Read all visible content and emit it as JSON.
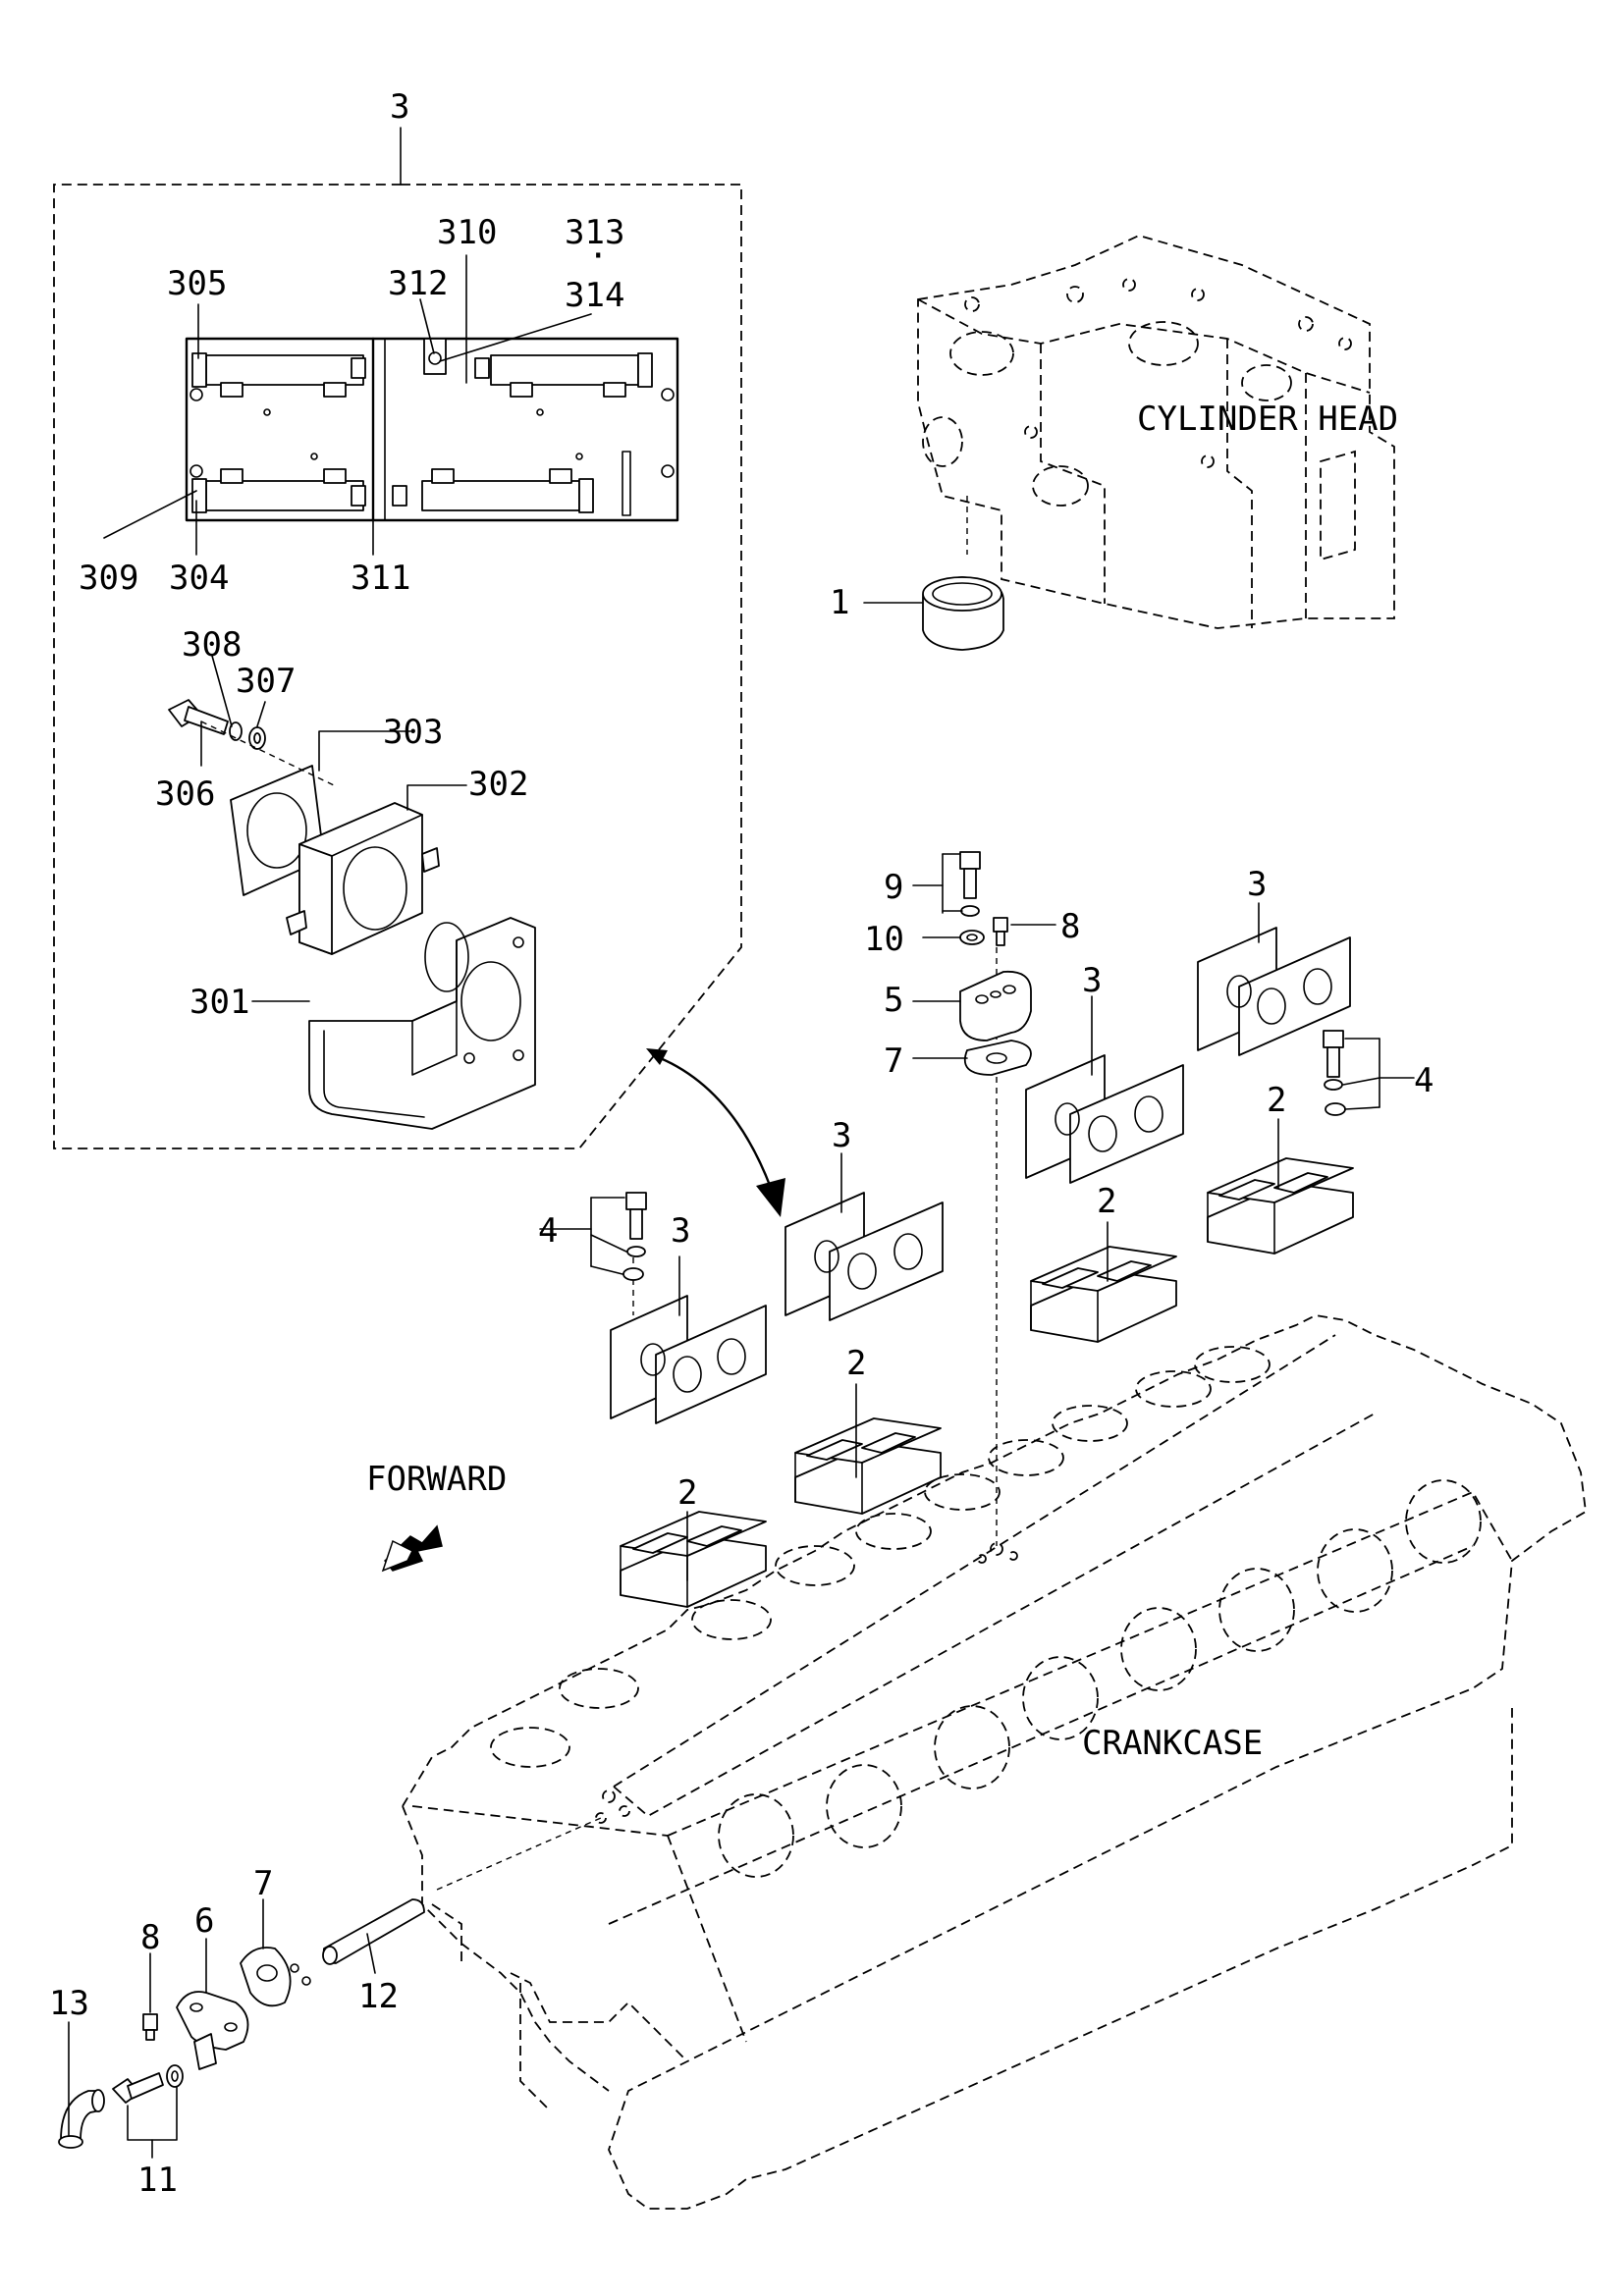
{
  "labels": {
    "cylinder_head": "CYLINDER HEAD",
    "crankcase": "CRANKCASE",
    "forward": "FORWARD",
    "p1": "1",
    "p2a": "2",
    "p2b": "2",
    "p2c": "2",
    "p2d": "2",
    "p3_top": "3",
    "p3a": "3",
    "p3b": "3",
    "p3c": "3",
    "p3d": "3",
    "p4a": "4",
    "p4b": "4",
    "p5": "5",
    "p6": "6",
    "p7a": "7",
    "p7b": "7",
    "p8a": "8",
    "p8b": "8",
    "p9": "9",
    "p10": "10",
    "p11": "11",
    "p12": "12",
    "p13": "13",
    "p301": "301",
    "p302": "302",
    "p303": "303",
    "p304": "304",
    "p305": "305",
    "p306": "306",
    "p307": "307",
    "p308": "308",
    "p309": "309",
    "p310": "310",
    "p311": "311",
    "p312": "312",
    "p313": "313",
    "p314": "314"
  },
  "icons": [
    "forward-arrow-icon",
    "curved-arrow-icon"
  ]
}
